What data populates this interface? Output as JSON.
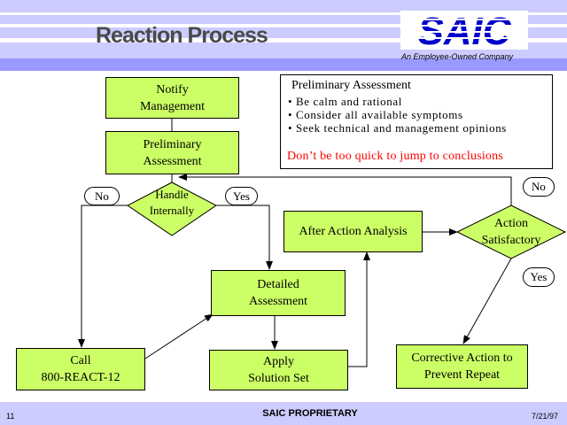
{
  "header": {
    "title": "Reaction Process"
  },
  "logo": {
    "text": "SAIC",
    "tagline": "An Employee-Owned Company"
  },
  "diagram": {
    "boxes": {
      "notify": "Notify\nManagement",
      "preliminary": "Preliminary\nAssessment",
      "after_action": "After Action Analysis",
      "detailed": "Detailed\nAssessment",
      "call": "Call\n800-REACT-12",
      "apply": "Apply\nSolution Set",
      "corrective": "Corrective Action to\nPrevent Repeat"
    },
    "decisions": {
      "handle": "Handle\nInternally",
      "satisfactory": "Action\nSatisfactory"
    },
    "labels": {
      "no_left": "No",
      "yes_mid": "Yes",
      "no_right": "No",
      "yes_right": "Yes"
    }
  },
  "note": {
    "title": "Preliminary Assessment",
    "bullets": [
      "• Be calm and rational",
      "• Consider all available symptoms",
      "• Seek technical and management opinions"
    ],
    "warning": "Don’t be too quick to jump to conclusions"
  },
  "footer": {
    "page": "11",
    "classification": "SAIC PROPRIETARY",
    "date": "7/21/97"
  },
  "colors": {
    "box_fill": "#ccff66",
    "stripe_blue": "#ccccff",
    "stripe_dark": "#9999ff",
    "logo_blue": "#0000cc",
    "warning": "#ff0000"
  }
}
